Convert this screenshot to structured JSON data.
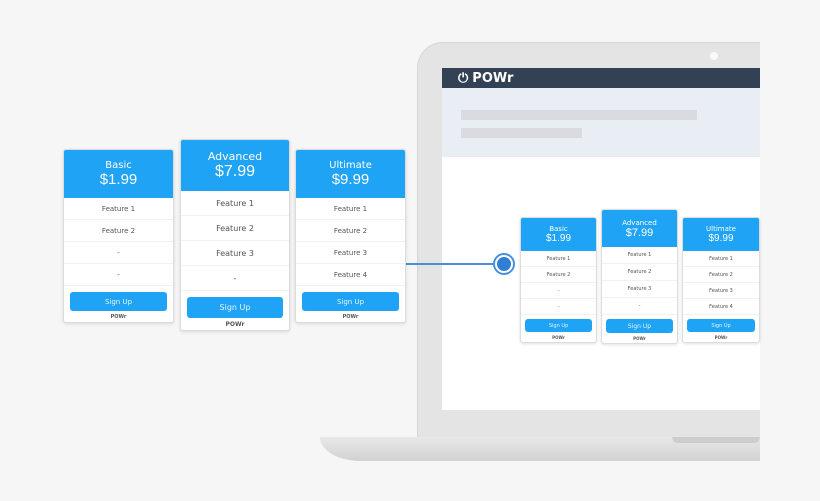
{
  "brand": {
    "name": "POWr",
    "accent": "#1fa3f5",
    "navbar": "#334155"
  },
  "plans": [
    {
      "name": "Basic",
      "price": "$1.99",
      "features": [
        "Feature 1",
        "Feature 2",
        "-",
        "-"
      ],
      "button": "Sign Up",
      "footer": "POWr"
    },
    {
      "name": "Advanced",
      "price": "$7.99",
      "features": [
        "Feature 1",
        "Feature 2",
        "Feature 3",
        "-"
      ],
      "button": "Sign Up",
      "footer": "POWr"
    },
    {
      "name": "Ultimate",
      "price": "$9.99",
      "features": [
        "Feature 1",
        "Feature 2",
        "Feature 3",
        "Feature 4"
      ],
      "button": "Sign Up",
      "footer": "POWr"
    }
  ]
}
